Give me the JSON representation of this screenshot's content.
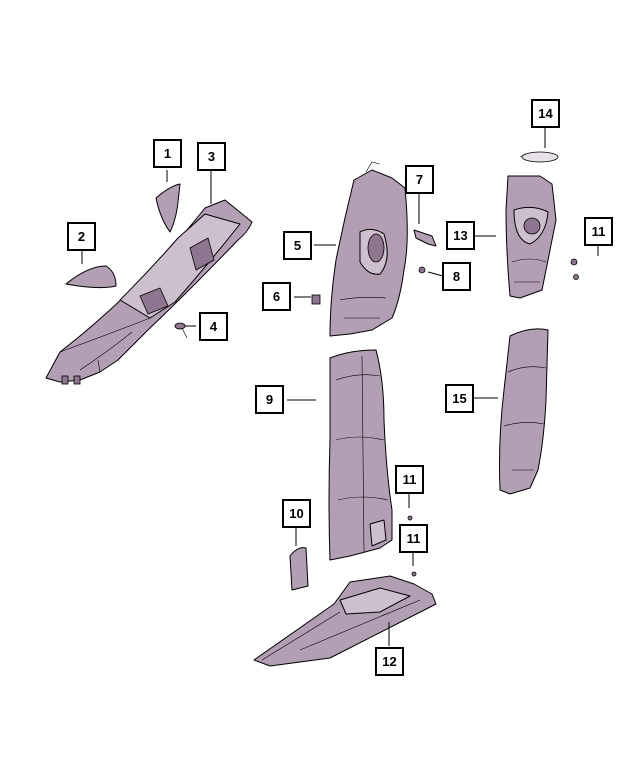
{
  "colors": {
    "part_fill": "#b39fb4",
    "part_light": "#cdbfce",
    "part_dark": "#8e7590",
    "outline": "#000000"
  },
  "callouts": [
    {
      "id": "c1",
      "label": "1"
    },
    {
      "id": "c2",
      "label": "2"
    },
    {
      "id": "c3",
      "label": "3"
    },
    {
      "id": "c4",
      "label": "4"
    },
    {
      "id": "c5",
      "label": "5"
    },
    {
      "id": "c6",
      "label": "6"
    },
    {
      "id": "c7",
      "label": "7"
    },
    {
      "id": "c8",
      "label": "8"
    },
    {
      "id": "c9",
      "label": "9"
    },
    {
      "id": "c10",
      "label": "10"
    },
    {
      "id": "c11a",
      "label": "11"
    },
    {
      "id": "c11b",
      "label": "11"
    },
    {
      "id": "c11c",
      "label": "11"
    },
    {
      "id": "c12",
      "label": "12"
    },
    {
      "id": "c13",
      "label": "13"
    },
    {
      "id": "c14",
      "label": "14"
    },
    {
      "id": "c15",
      "label": "15"
    }
  ]
}
